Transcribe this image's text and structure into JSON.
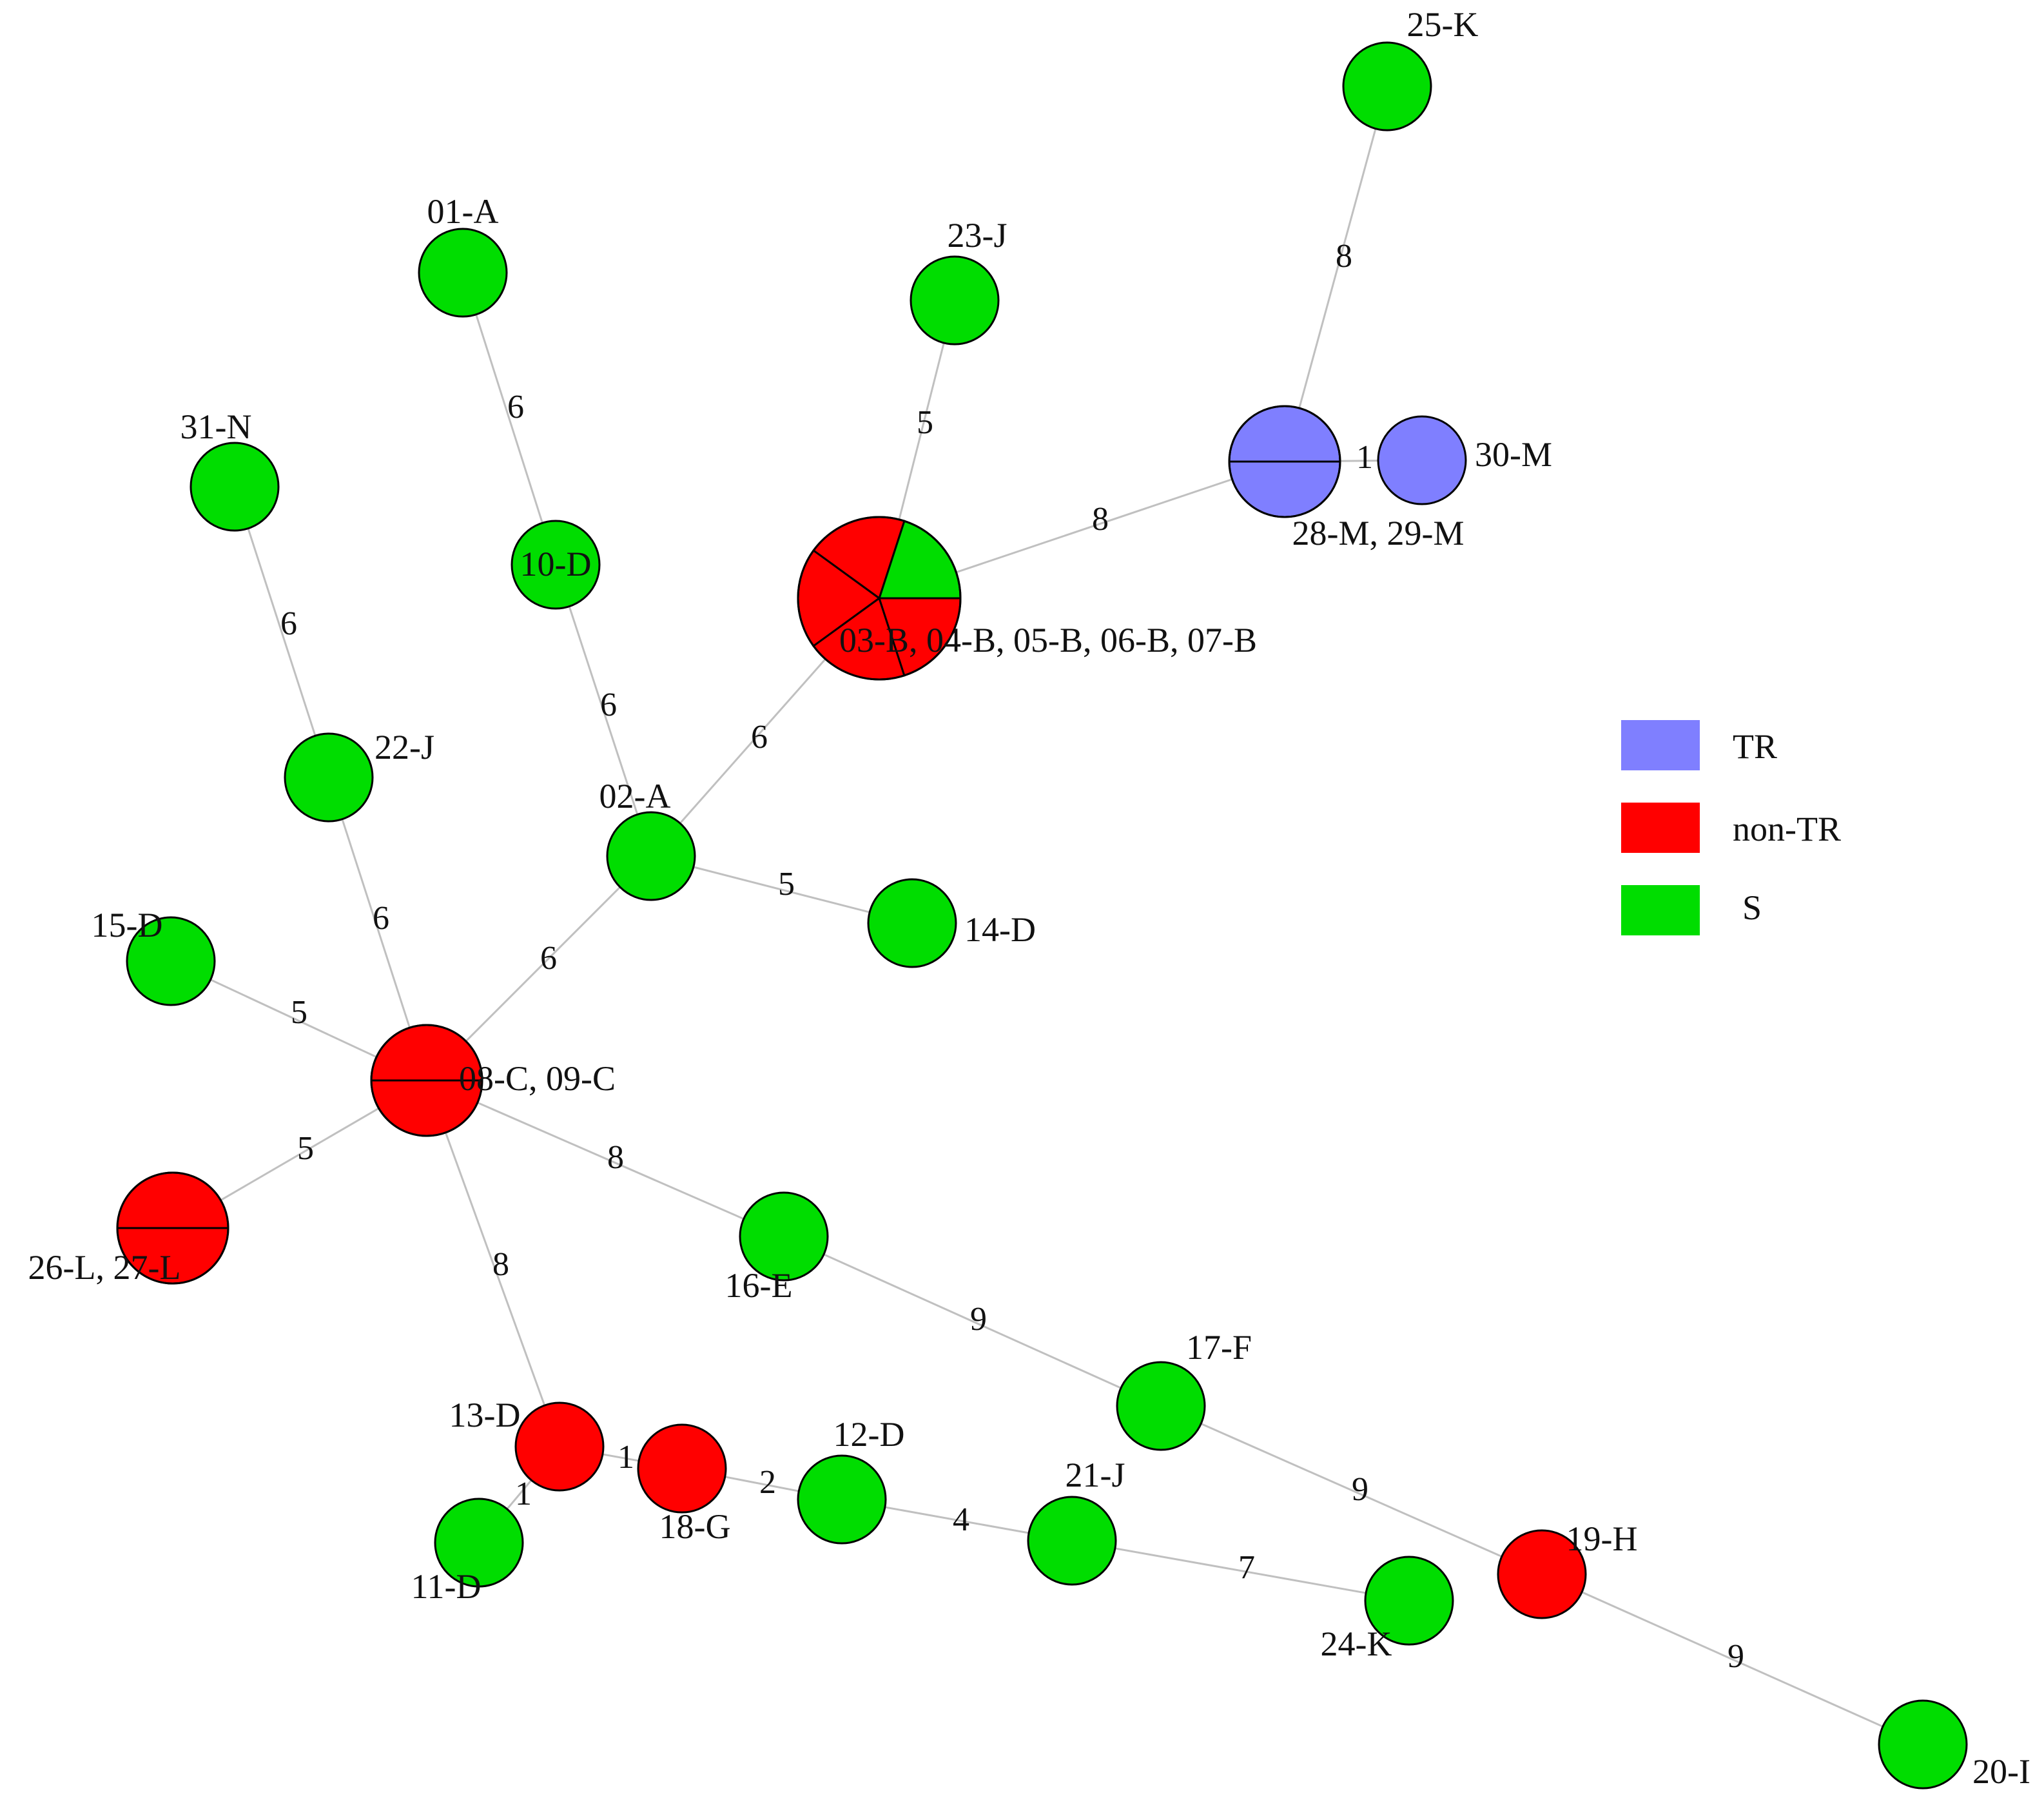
{
  "legend": {
    "items": [
      {
        "label": "TR",
        "color": "#7f7fff"
      },
      {
        "label": "non-TR",
        "color": "#ff0000"
      },
      {
        "label": "S",
        "color": "#00dd00"
      }
    ]
  },
  "nodes": [
    {
      "id": "n25K",
      "label": "25-K",
      "slices": [
        "S"
      ]
    },
    {
      "id": "n28M",
      "label": "28-M, 29-M",
      "slices": [
        "TR",
        "TR"
      ]
    },
    {
      "id": "n30M",
      "label": "30-M",
      "slices": [
        "TR"
      ]
    },
    {
      "id": "n23J",
      "label": "23-J",
      "slices": [
        "S"
      ]
    },
    {
      "id": "n01A",
      "label": "01-A",
      "slices": [
        "S"
      ]
    },
    {
      "id": "n31N",
      "label": "31-N",
      "slices": [
        "S"
      ]
    },
    {
      "id": "n10D",
      "label": "10-D",
      "slices": [
        "S"
      ]
    },
    {
      "id": "n03B",
      "label": "03-B, 04-B, 05-B, 06-B, 07-B",
      "slices": [
        "S",
        "non-TR",
        "non-TR",
        "non-TR",
        "non-TR"
      ]
    },
    {
      "id": "n22J",
      "label": "22-J",
      "slices": [
        "S"
      ]
    },
    {
      "id": "n02A",
      "label": "02-A",
      "slices": [
        "S"
      ]
    },
    {
      "id": "n14D",
      "label": "14-D",
      "slices": [
        "S"
      ]
    },
    {
      "id": "n15D",
      "label": "15-D",
      "slices": [
        "S"
      ]
    },
    {
      "id": "n08C",
      "label": "08-C, 09-C",
      "slices": [
        "non-TR",
        "non-TR"
      ]
    },
    {
      "id": "n26L",
      "label": "26-L, 27-L",
      "slices": [
        "non-TR",
        "non-TR"
      ]
    },
    {
      "id": "n16E",
      "label": "16-E",
      "slices": [
        "S"
      ]
    },
    {
      "id": "n17F",
      "label": "17-F",
      "slices": [
        "S"
      ]
    },
    {
      "id": "n13D",
      "label": "13-D",
      "slices": [
        "non-TR"
      ]
    },
    {
      "id": "n18G",
      "label": "18-G",
      "slices": [
        "non-TR"
      ]
    },
    {
      "id": "n12D",
      "label": "12-D",
      "slices": [
        "S"
      ]
    },
    {
      "id": "n11D",
      "label": "11-D",
      "slices": [
        "S"
      ]
    },
    {
      "id": "n21J",
      "label": "21-J",
      "slices": [
        "S"
      ]
    },
    {
      "id": "n24K",
      "label": "24-K",
      "slices": [
        "S"
      ]
    },
    {
      "id": "n19H",
      "label": "19-H",
      "slices": [
        "non-TR"
      ]
    },
    {
      "id": "n20I",
      "label": "20-I",
      "slices": [
        "S"
      ]
    }
  ],
  "edges": [
    {
      "from": "n25K",
      "to": "n28M",
      "label": "8"
    },
    {
      "from": "n28M",
      "to": "n30M",
      "label": "1"
    },
    {
      "from": "n03B",
      "to": "n28M",
      "label": "8"
    },
    {
      "from": "n23J",
      "to": "n03B",
      "label": "5"
    },
    {
      "from": "n01A",
      "to": "n10D",
      "label": "6"
    },
    {
      "from": "n10D",
      "to": "n02A",
      "label": "6"
    },
    {
      "from": "n31N",
      "to": "n22J",
      "label": "6"
    },
    {
      "from": "n03B",
      "to": "n02A",
      "label": "6"
    },
    {
      "from": "n02A",
      "to": "n14D",
      "label": "5"
    },
    {
      "from": "n22J",
      "to": "n08C",
      "label": "6"
    },
    {
      "from": "n02A",
      "to": "n08C",
      "label": "6"
    },
    {
      "from": "n15D",
      "to": "n08C",
      "label": "5"
    },
    {
      "from": "n08C",
      "to": "n26L",
      "label": "5"
    },
    {
      "from": "n08C",
      "to": "n16E",
      "label": "8"
    },
    {
      "from": "n08C",
      "to": "n13D",
      "label": "8"
    },
    {
      "from": "n16E",
      "to": "n17F",
      "label": "9"
    },
    {
      "from": "n17F",
      "to": "n19H",
      "label": "9"
    },
    {
      "from": "n19H",
      "to": "n20I",
      "label": "9"
    },
    {
      "from": "n13D",
      "to": "n18G",
      "label": "1"
    },
    {
      "from": "n13D",
      "to": "n11D",
      "label": "1"
    },
    {
      "from": "n18G",
      "to": "n12D",
      "label": "2"
    },
    {
      "from": "n12D",
      "to": "n21J",
      "label": "4"
    },
    {
      "from": "n21J",
      "to": "n24K",
      "label": "7"
    }
  ]
}
